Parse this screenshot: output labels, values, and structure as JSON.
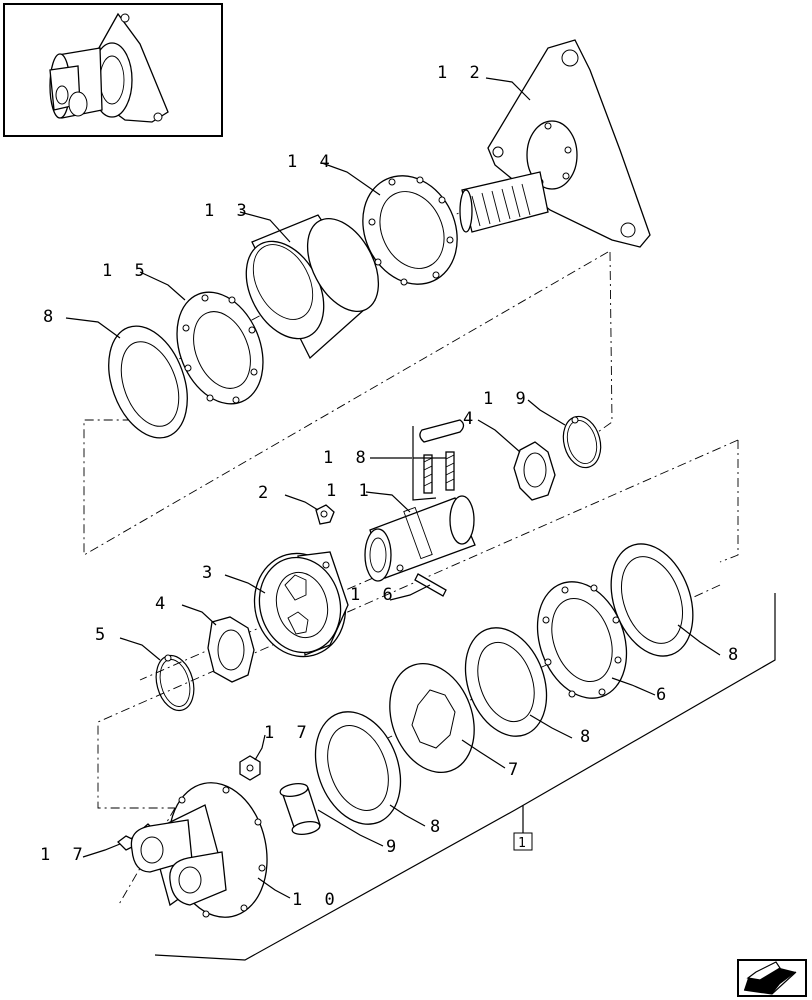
{
  "callouts": [
    {
      "id": "c12",
      "label": "1 2"
    },
    {
      "id": "c14",
      "label": "1 4"
    },
    {
      "id": "c13",
      "label": "1 3"
    },
    {
      "id": "c15",
      "label": "1 5"
    },
    {
      "id": "c8a",
      "label": "8"
    },
    {
      "id": "c19",
      "label": "1 9"
    },
    {
      "id": "c18",
      "label": "1 8"
    },
    {
      "id": "c4a",
      "label": "4"
    },
    {
      "id": "c2",
      "label": "2"
    },
    {
      "id": "c11",
      "label": "1 1"
    },
    {
      "id": "c3",
      "label": "3"
    },
    {
      "id": "c16",
      "label": "1 6"
    },
    {
      "id": "c4b",
      "label": "4"
    },
    {
      "id": "c5",
      "label": "5"
    },
    {
      "id": "c8b",
      "label": "8"
    },
    {
      "id": "c6",
      "label": "6"
    },
    {
      "id": "c8c",
      "label": "8"
    },
    {
      "id": "c7",
      "label": "7"
    },
    {
      "id": "c17a",
      "label": "1 7"
    },
    {
      "id": "c8d",
      "label": "8"
    },
    {
      "id": "c17b",
      "label": "1 7"
    },
    {
      "id": "c9",
      "label": "9"
    },
    {
      "id": "c10",
      "label": "1 0"
    }
  ],
  "reference_box": {
    "label": "1"
  },
  "icons": {
    "thumbnail": "assembly-thumbnail-icon",
    "navigation": "next-page-arrow-icon"
  }
}
